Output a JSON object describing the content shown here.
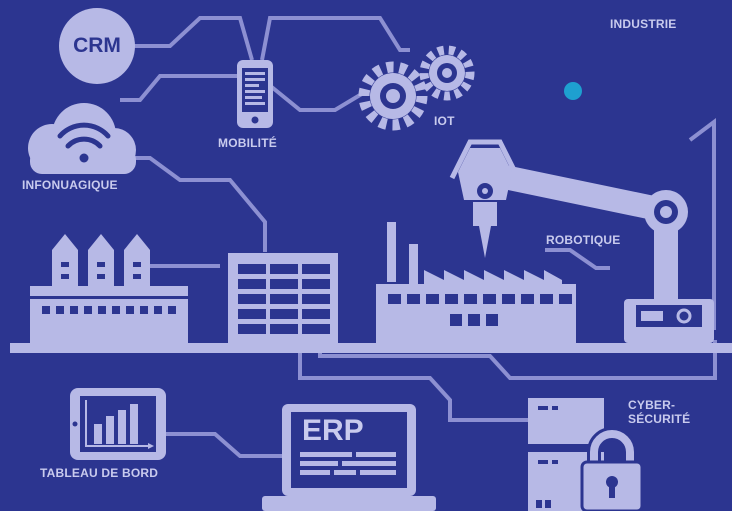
{
  "labels": {
    "industrie": "INDUSTRIE",
    "crm": "CRM",
    "mobilite": "MOBILITÉ",
    "iot": "IOT",
    "infonuagique": "INFONUAGIQUE",
    "robotique": "ROBOTIQUE",
    "tableau_de_bord": "TABLEAU DE BORD",
    "erp": "ERP",
    "cyber_line1": "CYBER-",
    "cyber_line2": "SÉCURITÉ"
  },
  "colors": {
    "background": "#2c3590",
    "shape": "#b7b9e6",
    "line": "#8d90d2",
    "accent_dot": "#1ea0d0"
  }
}
